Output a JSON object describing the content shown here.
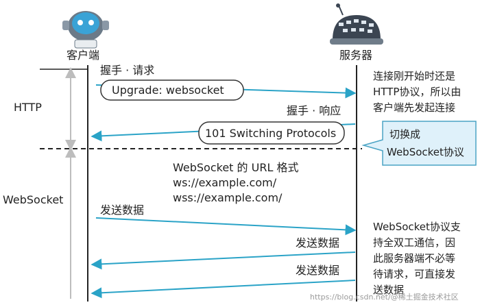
{
  "client": {
    "label": "客户端"
  },
  "server": {
    "label": "服务器"
  },
  "phases": {
    "http": "HTTP",
    "websocket": "WebSocket"
  },
  "handshake": {
    "request_label": "握手 · 请求",
    "request_pill": "Upgrade: websocket",
    "response_label": "握手 · 响应",
    "response_pill": "101 Switching Protocols"
  },
  "notes": {
    "connect": [
      "连接刚开始时还是",
      "HTTP协议，所以由",
      "客户端先发起连接"
    ],
    "switch": [
      "切换成",
      "WebSocket协议"
    ],
    "fullduplex": [
      "WebSocket协议支",
      "持全双工通信，因",
      "此服务器端不必等",
      "待请求，可直接发",
      "送数据"
    ]
  },
  "url_format": {
    "title": "WebSocket 的 URL 格式",
    "ws": "ws://example.com/",
    "wss": "wss://example.com/"
  },
  "messages": {
    "client_send": "发送数据",
    "server_send_1": "发送数据",
    "server_send_2": "发送数据"
  },
  "watermark": "https://blog.csdn.net/@稀土掘金技术社区",
  "colors": {
    "arrow": "#2aa3c7",
    "lifeline": "#222222",
    "bracket": "#bdbdbd",
    "callout_fill": "#dff1fa",
    "callout_stroke": "#4aa3c4"
  }
}
